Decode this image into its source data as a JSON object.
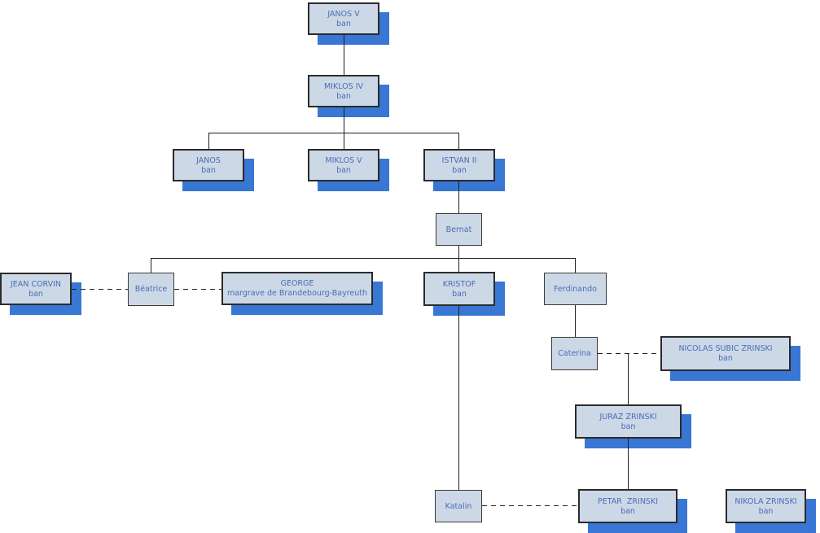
{
  "palette": {
    "box-fill": "#ccd8e6",
    "box-border": "#3a3a3a",
    "box-border-dark": "#2b2b2b",
    "box-shadow": "#3877d4",
    "text": "#4a6db8",
    "line": "#1f1f1f"
  },
  "nodes": {
    "janos_v": {
      "name": "JANOS V",
      "subtitle": "ban"
    },
    "miklos_iv": {
      "name": "MIKLOS IV",
      "subtitle": "ban"
    },
    "janos": {
      "name": "JANOS",
      "subtitle": "ban"
    },
    "miklos_v": {
      "name": "MIKLOS V",
      "subtitle": "ban"
    },
    "istvan_ii": {
      "name": "ISTVAN II",
      "subtitle": "ban"
    },
    "bernat": {
      "name": "Bernat"
    },
    "jean_corvin": {
      "name": "JEAN CORVIN",
      "subtitle": "ban"
    },
    "beatrice": {
      "name": "Béatrice"
    },
    "george": {
      "name": "GEORGE",
      "subtitle": "margrave de Brandebourg-Bayreuth"
    },
    "kristof": {
      "name": "KRISTOF",
      "subtitle": "ban"
    },
    "ferdinando": {
      "name": "Ferdinando"
    },
    "caterina": {
      "name": "Caterina"
    },
    "nicolas_subic_zrinski": {
      "name": "NICOLAS SUBIC ZRINSKI",
      "subtitle": "ban"
    },
    "juraz_zrinski": {
      "name": "JURAZ ZRINSKI",
      "subtitle": "ban"
    },
    "katalin": {
      "name": "Katalin"
    },
    "petar_zrinski": {
      "name": "PETAR  ZRINSKI",
      "subtitle": "ban"
    },
    "nikola_zrinski": {
      "name": "NIKOLA ZRINSKI",
      "subtitle": "ban"
    }
  }
}
